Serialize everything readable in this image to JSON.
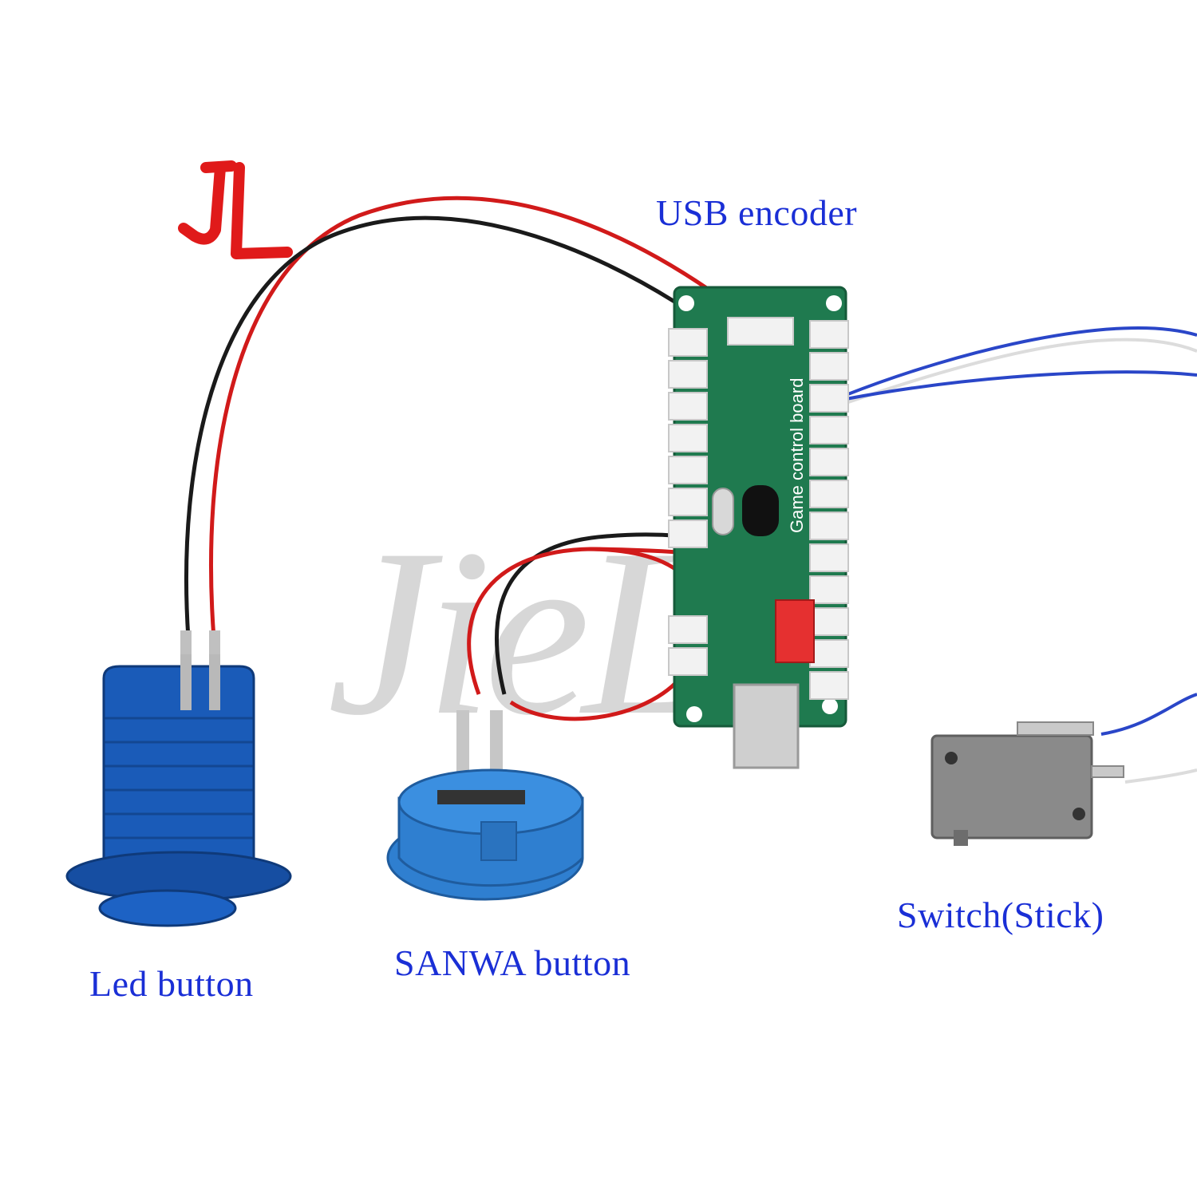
{
  "logo": {
    "text": "JL",
    "color": "#e01a1a"
  },
  "watermark": {
    "text": "JieLi"
  },
  "labels": {
    "usb_encoder": "USB encoder",
    "led_button": "Led button",
    "sanwa_button": "SANWA button",
    "switch_stick": "Switch(Stick)"
  },
  "board": {
    "silkscreen": "Game control board"
  },
  "colors": {
    "label_text": "#1a2fd6",
    "pcb": "#1f7a4f",
    "button_blue": "#1a5bb8",
    "sanwa_blue": "#2f7fd0",
    "switch_gray": "#8a8a8a",
    "wire_red": "#d11a1a",
    "wire_black": "#1a1a1a",
    "wire_blue": "#2a46c8"
  }
}
